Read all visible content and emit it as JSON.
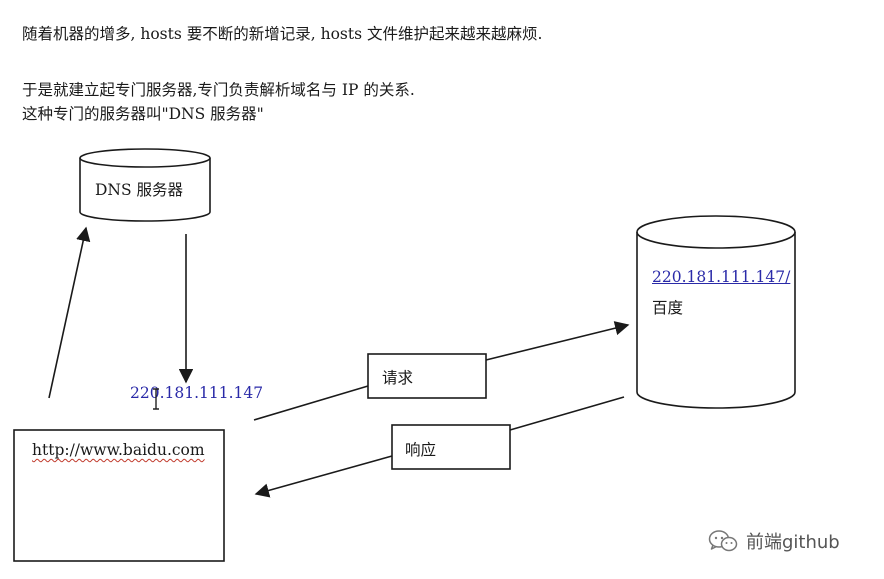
{
  "intro": {
    "line1": "随着机器的增多, hosts 要不断的新增记录, hosts 文件维护起来越来越麻烦.",
    "line2": "于是就建立起专门服务器,专门负责解析域名与 IP 的关系.",
    "line3": "这种专门的服务器叫\"DNS 服务器\""
  },
  "diagram": {
    "dns_server_label": "DNS 服务器",
    "resolved_ip": "220.181.111.147",
    "baidu_server_ip": "220.181.111.147/",
    "baidu_server_name": "百度",
    "request_label": "请求",
    "response_label": "响应",
    "browser_url": "http://www.baidu.com"
  },
  "colors": {
    "ip_text": "#2a2aa8",
    "text": "#1a1a1a"
  },
  "watermark": {
    "icon": "wechat-icon",
    "text": "前端github"
  }
}
